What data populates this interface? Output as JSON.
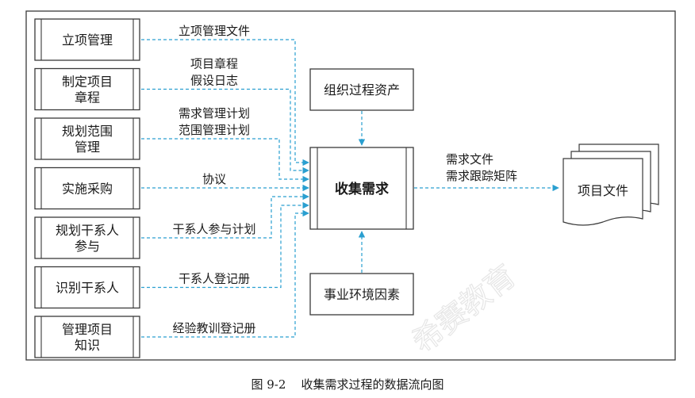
{
  "inputs": [
    {
      "label_lines": [
        "立项管理"
      ],
      "flow_lines": [
        "立项管理文件"
      ]
    },
    {
      "label_lines": [
        "制定项目",
        "章程"
      ],
      "flow_lines": [
        "项目章程",
        "假设日志"
      ]
    },
    {
      "label_lines": [
        "规划范围",
        "管理"
      ],
      "flow_lines": [
        "需求管理计划",
        "范围管理计划"
      ]
    },
    {
      "label_lines": [
        "实施采购"
      ],
      "flow_lines": [
        "协议"
      ]
    },
    {
      "label_lines": [
        "规划干系人",
        "参与"
      ],
      "flow_lines": [
        "干系人参与计划"
      ]
    },
    {
      "label_lines": [
        "识别干系人"
      ],
      "flow_lines": [
        "干系人登记册"
      ]
    },
    {
      "label_lines": [
        "管理项目",
        "知识"
      ],
      "flow_lines": [
        "经验教训登记册"
      ]
    }
  ],
  "center": {
    "label": "收集需求"
  },
  "top_input": {
    "label": "组织过程资产"
  },
  "bottom_input": {
    "label": "事业环境因素"
  },
  "output": {
    "label": "项目文件",
    "flow_lines": [
      "需求文件",
      "需求跟踪矩阵"
    ]
  },
  "caption": "图 9-2    收集需求过程的数据流向图",
  "watermark": "希赛教育",
  "colors": {
    "line": "#3a3a3a",
    "dashed_arrow": "#2a9fd0",
    "text": "#1a1a1a"
  }
}
